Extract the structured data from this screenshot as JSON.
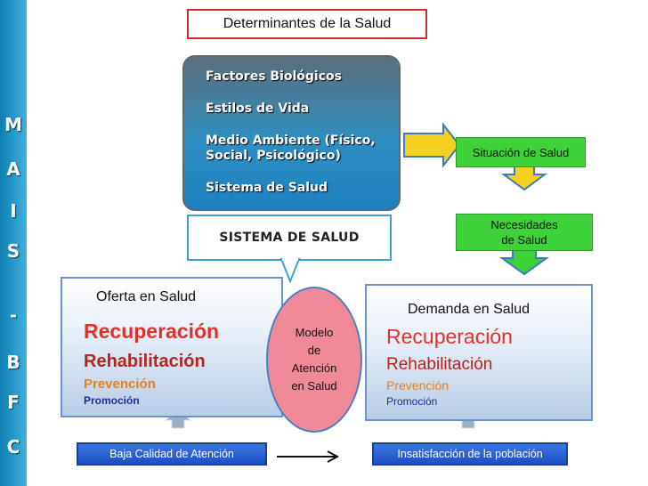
{
  "sidebar": {
    "letters": [
      "M",
      "A",
      "I",
      "S",
      "-",
      "B",
      "F",
      "C"
    ]
  },
  "title": "Determinantes de la Salud",
  "factors": [
    "Factores Biológicos",
    "Estilos de Vida",
    "Medio Ambiente (Físico,",
    "Social, Psicológico)",
    "Sistema de Salud"
  ],
  "system_label": "SISTEMA DE SALUD",
  "situation": "Situación de Salud",
  "needs": {
    "line1": "Necesidades",
    "line2": "de Salud"
  },
  "supply": {
    "heading": "Oferta en Salud",
    "items": [
      "Recuperación",
      "Rehabilitación",
      "Prevención",
      "Promoción"
    ]
  },
  "model": {
    "line1": "Modelo",
    "line2": "de",
    "line3": "Atención",
    "line4": "en Salud"
  },
  "demand": {
    "heading": "Demanda en Salud",
    "items": [
      "Recuperación",
      "Rehabilitación",
      "Prevención",
      "Promoción"
    ]
  },
  "bottom": {
    "left": "Baja Calidad de Atención",
    "right": "Insatisfacción de la población"
  },
  "colors": {
    "recovery_red": "#e0312a",
    "rehab_red": "#b3261e",
    "prevention_orange": "#e8811c",
    "promotion_blue": "#1a2fa0",
    "arrow_yellow": "#f5d020",
    "box_green": "#3fd13a"
  }
}
